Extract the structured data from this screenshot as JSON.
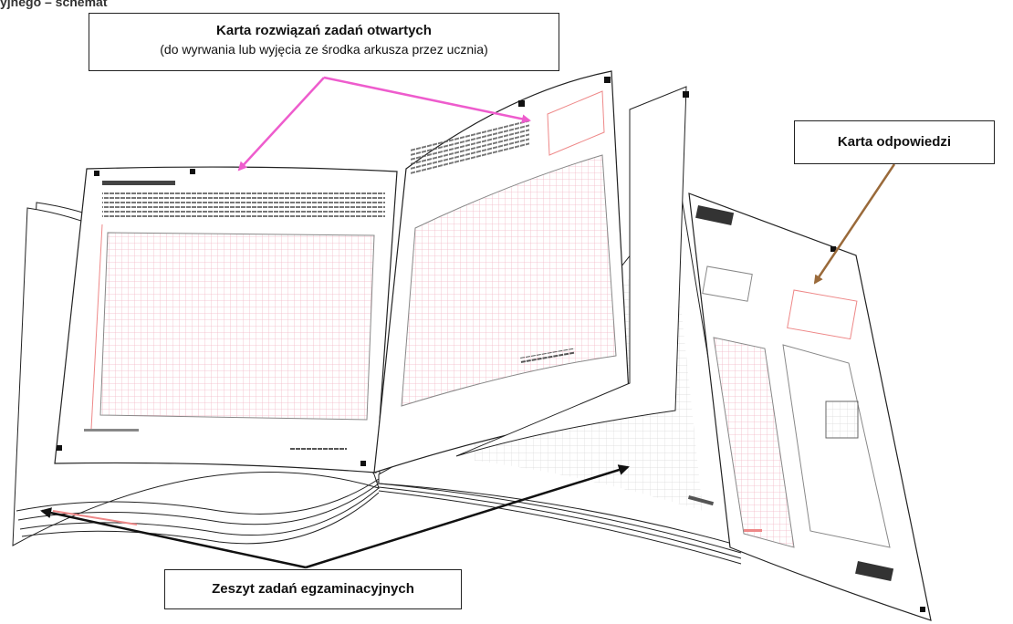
{
  "header": {
    "visible_text": "yjnego – schemat"
  },
  "callouts": {
    "open_tasks_card": {
      "title": "Karta rozwiązań zadań otwartych",
      "subtitle": "(do wyrwania lub wyjęcia ze środka arkusza przez ucznia)",
      "arrow_color": "#ee5ccd"
    },
    "answer_card": {
      "title": "Karta odpowiedzi",
      "arrow_color": "#9a6a3a"
    },
    "exam_booklet": {
      "title": "Zeszyt zadań egzaminacyjnych",
      "arrow_color": "#111111"
    }
  },
  "colors": {
    "grid_pink": "#f3b9c6",
    "outline": "#222222",
    "page_fill": "#ffffff"
  }
}
